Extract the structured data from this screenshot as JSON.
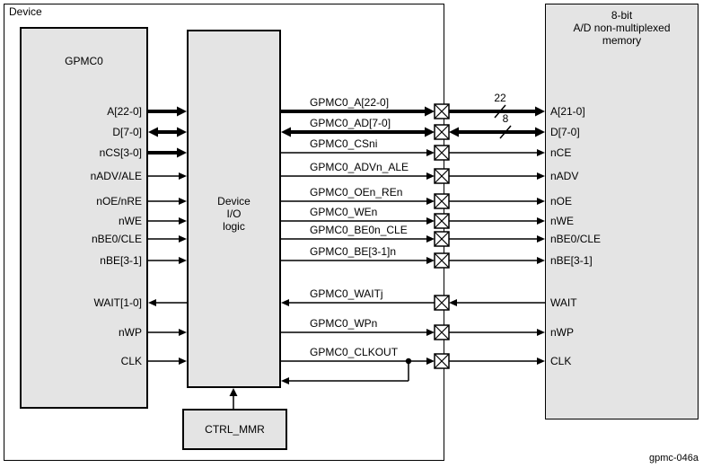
{
  "device": {
    "label": "Device"
  },
  "boxes": {
    "gpmc0": "GPMC0",
    "io_logic": "Device\nI/O\nlogic",
    "ctrl_mmr": "CTRL_MMR",
    "memory": "8-bit\nA/D non-multiplexed\nmemory"
  },
  "signals": [
    {
      "gpmc": "A[22-0]",
      "bus": "GPMC0_A[22-0]",
      "mem": "A[21-0]",
      "width": "22",
      "direction": "out",
      "weight": "thick"
    },
    {
      "gpmc": "D[7-0]",
      "bus": "GPMC0_AD[7-0]",
      "mem": "D[7-0]",
      "width": "8",
      "direction": "bidir",
      "weight": "thick"
    },
    {
      "gpmc": "nCS[3-0]",
      "bus": "GPMC0_CSni",
      "mem": "nCE",
      "direction": "out",
      "weight": "thick"
    },
    {
      "gpmc": "nADV/ALE",
      "bus": "GPMC0_ADVn_ALE",
      "mem": "nADV",
      "direction": "out",
      "weight": "thin"
    },
    {
      "gpmc": "nOE/nRE",
      "bus": "GPMC0_OEn_REn",
      "mem": "nOE",
      "direction": "out",
      "weight": "thin"
    },
    {
      "gpmc": "nWE",
      "bus": "GPMC0_WEn",
      "mem": "nWE",
      "direction": "out",
      "weight": "thin"
    },
    {
      "gpmc": "nBE0/CLE",
      "bus": "GPMC0_BE0n_CLE",
      "mem": "nBE0/CLE",
      "direction": "out",
      "weight": "thin"
    },
    {
      "gpmc": "nBE[3-1]",
      "bus": "GPMC0_BE[3-1]n",
      "mem": "nBE[3-1]",
      "direction": "out",
      "weight": "thin"
    },
    {
      "gpmc": "WAIT[1-0]",
      "bus": "GPMC0_WAITj",
      "mem": "WAIT",
      "direction": "in",
      "weight": "thin"
    },
    {
      "gpmc": "nWP",
      "bus": "GPMC0_WPn",
      "mem": "nWP",
      "direction": "out",
      "weight": "thin"
    },
    {
      "gpmc": "CLK",
      "bus": "GPMC0_CLKOUT",
      "mem": "CLK",
      "direction": "out",
      "weight": "thin"
    }
  ],
  "footer": "gpmc-046a",
  "colors": {
    "box_fill": "#e4e4e4",
    "line": "#000000",
    "background": "#ffffff"
  }
}
